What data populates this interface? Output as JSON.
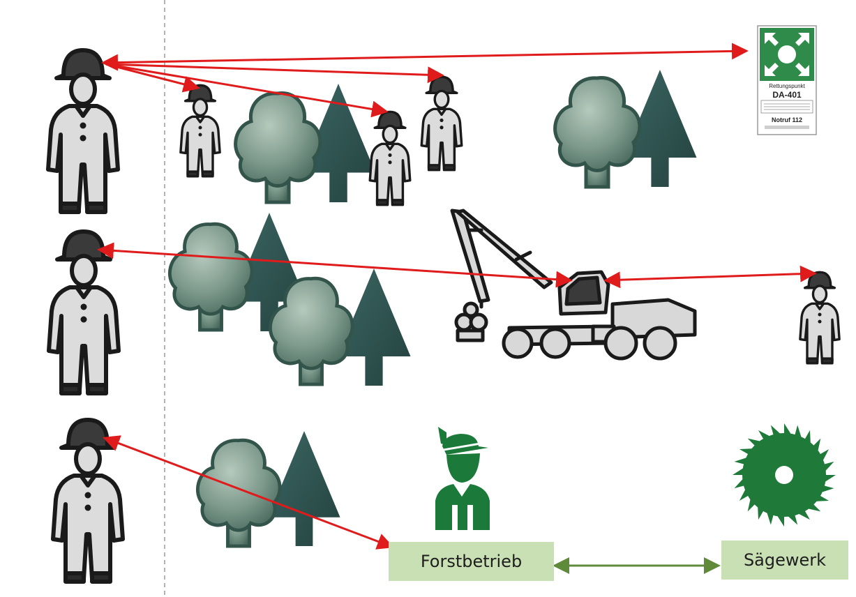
{
  "boxes": {
    "forestry": "Forstbetrieb",
    "sawmill": "Sägewerk"
  },
  "rescue_sign": {
    "title": "Rettungspunkt",
    "code": "DA-401",
    "emergency": "Notruf 112"
  },
  "colors": {
    "arrow": "#e01b1b",
    "link_arrow": "#5f8a3a",
    "box_fill": "#c9e0b4",
    "tree_round": "#7d9a8c",
    "tree_conifer": "#2f5553",
    "forester_green": "#1b7a3a",
    "saw_green": "#1f7a3a",
    "sign_green": "#2e8b4a"
  }
}
